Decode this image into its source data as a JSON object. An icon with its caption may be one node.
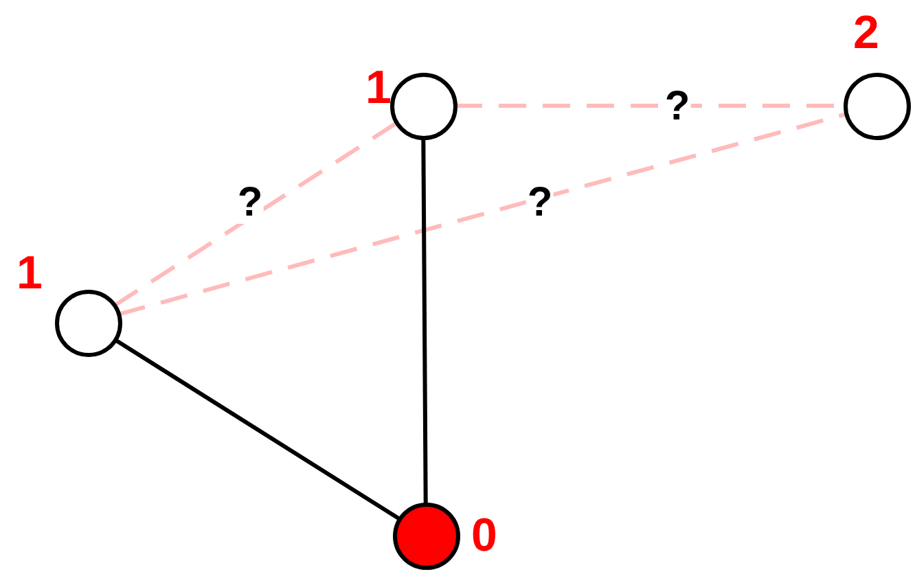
{
  "diagram": {
    "nodes": [
      {
        "text": [],
        "shape": "circle",
        "beside": [
          "1"
        ]
      },
      {
        "text": [],
        "shape": "circle",
        "beside": [
          "2"
        ]
      },
      {
        "text": [],
        "shape": "circle",
        "beside": [
          "1"
        ]
      },
      {
        "text": [],
        "shape": "circle",
        "beside": [
          "0"
        ]
      }
    ],
    "edges": [
      {
        "from": 2,
        "to": 0,
        "arrow": "none",
        "label": "?",
        "style": "dashed",
        "color": "#ffbbbb"
      },
      {
        "from": 2,
        "to": 1,
        "arrow": "none",
        "label": "?",
        "style": "dashed",
        "color": "#ffbbbb"
      },
      {
        "from": 0,
        "to": 1,
        "arrow": "none",
        "label": "?",
        "style": "dashed",
        "color": "#ffbbbb"
      },
      {
        "from": 2,
        "to": 3,
        "arrow": "none",
        "color": "#000000"
      },
      {
        "from": 0,
        "to": 3,
        "arrow": "none",
        "color": "#000000"
      }
    ]
  }
}
